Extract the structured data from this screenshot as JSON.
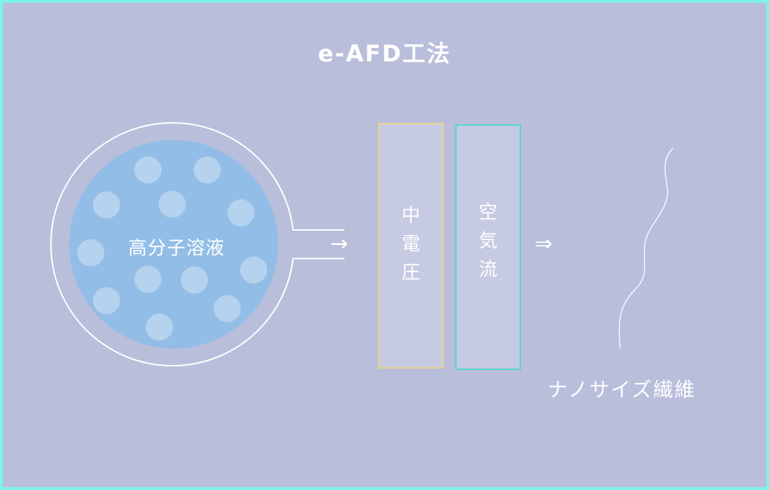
{
  "title": "e-AFD工法",
  "solution_label": "高分子溶液",
  "voltage_label": "中\n電\n圧",
  "airflow_label": "空\n気\n流",
  "arrow_single": "→",
  "arrow_double": "⇒",
  "fiber_label": "ナノサイズ繊維",
  "colors": {
    "background": "#b9bedb",
    "frame": "#7ff2ee",
    "solution_fill": "#92bde6",
    "voltage_border": "#ecd38a",
    "airflow_border": "#56d5cf",
    "text": "#ffffff"
  }
}
